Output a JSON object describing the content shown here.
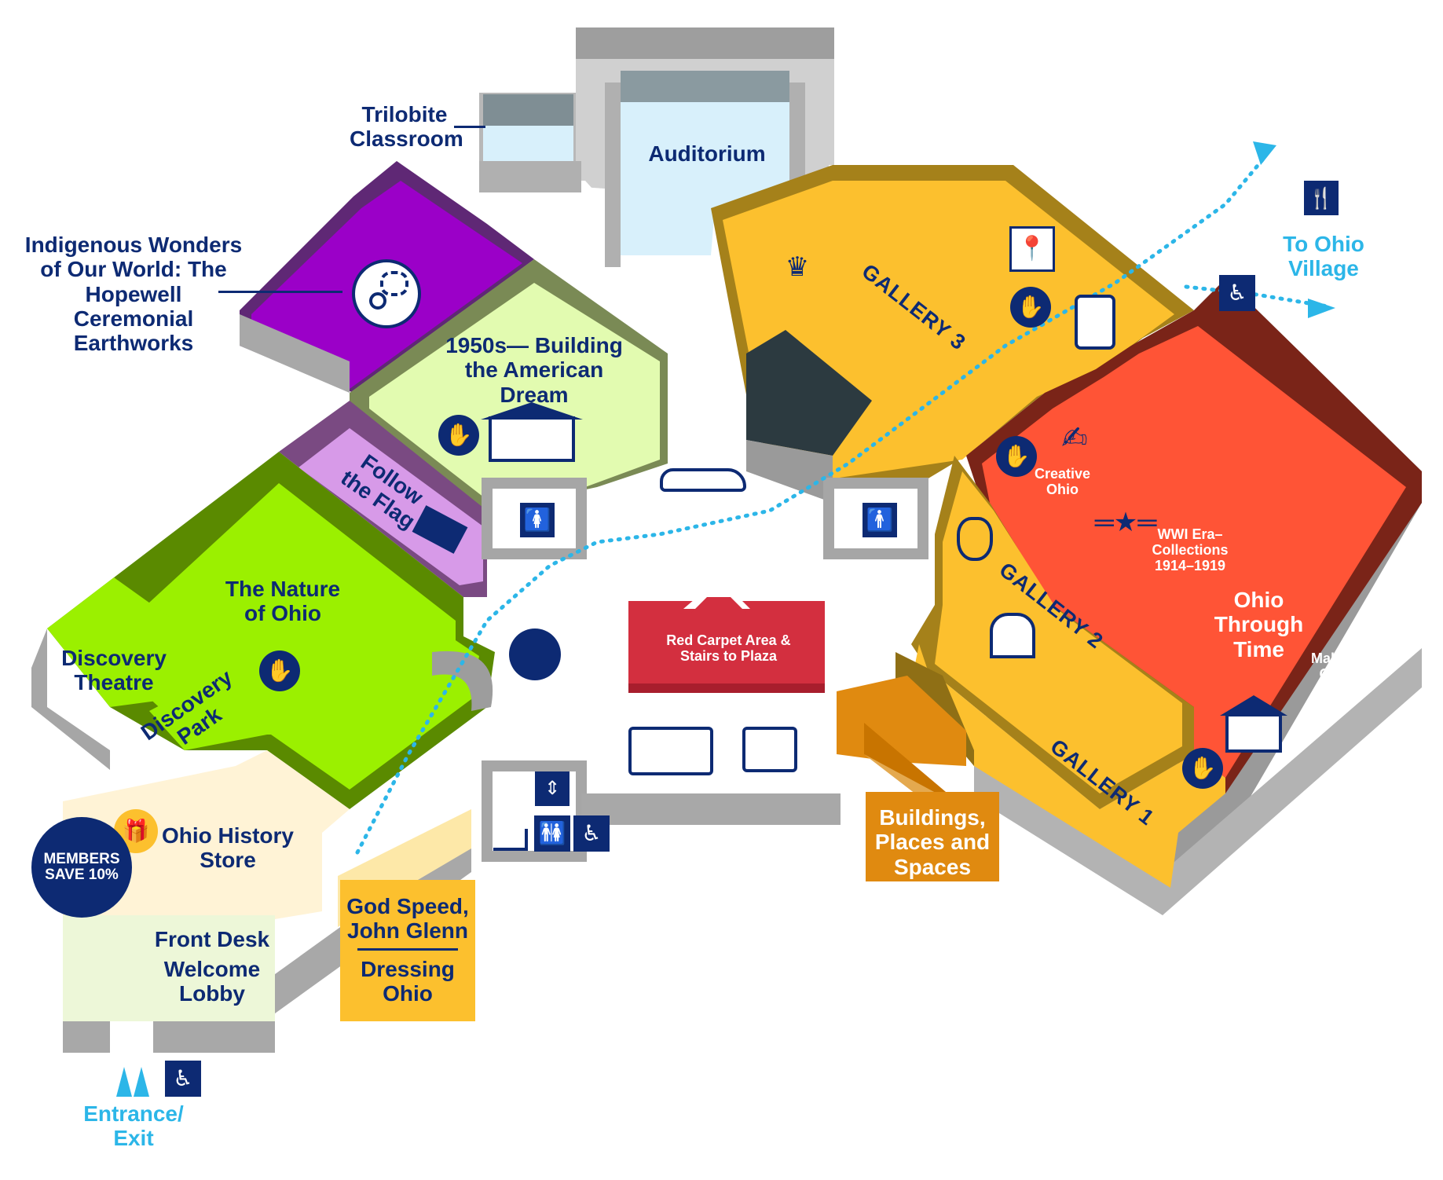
{
  "labels": {
    "trilobite": "Trilobite Classroom",
    "auditorium": "Auditorium",
    "indigenous": "Indigenous Wonders of Our World: The Hopewell Ceremonial Earthworks",
    "fifties": "1950s— Building the American Dream",
    "follow_flag": "Follow the Flag",
    "nature": "The Nature of Ohio",
    "discovery_theatre": "Discovery Theatre",
    "discovery_park": "Discovery Park",
    "gallery3": "GALLERY 3",
    "gallery2": "GALLERY 2",
    "gallery1": "GALLERY 1",
    "creative_ohio": "Creative Ohio",
    "wwi": "WWI Era– Collections 1914–1919",
    "ohio_through_time": "Ohio Through Time",
    "making_ohio_home": "Making Ohio Home",
    "red_carpet": "Red Carpet Area & Stairs to Plaza",
    "buildings": "Buildings, Places and Spaces",
    "store": "Ohio History Store",
    "members_save": "MEMBERS SAVE 10%",
    "front_desk": "Front Desk",
    "welcome_lobby": "Welcome Lobby",
    "godspeed": "God Speed, John Glenn",
    "dressing": "Dressing Ohio",
    "entrance": "Entrance/ Exit",
    "to_village": "To Ohio Village"
  },
  "icons": [
    "hands-on-icon",
    "restroom-icon",
    "accessible-icon",
    "elevator-icon",
    "stairs-icon",
    "dining-icon",
    "gift-icon",
    "crown-icon",
    "ohio-map-pin-icon",
    "streetcar-icon",
    "house-icon",
    "car-icon",
    "flag-icon",
    "pottery-icon",
    "pagoda-clock-icon",
    "artist-hand-icon",
    "winged-star-icon",
    "log-cabin-icon",
    "bus-icon",
    "carriage-icon",
    "mascot-profile-icon",
    "earthworks-icon",
    "entrance-arrow-icon"
  ],
  "colors": {
    "navy": "#0d2a73",
    "cyan": "#2cb6e8",
    "purple": "#9b00c8",
    "lime": "#9bf000",
    "pale_lime": "#e2fbb0",
    "lilac": "#d79ae8",
    "gold": "#fcc02e",
    "coral": "#ff5436",
    "red": "#d32f3f",
    "orange": "#e08a10",
    "cream": "#fff3d6",
    "sky": "#d8f0fb",
    "wall": "#a6a6a6"
  }
}
